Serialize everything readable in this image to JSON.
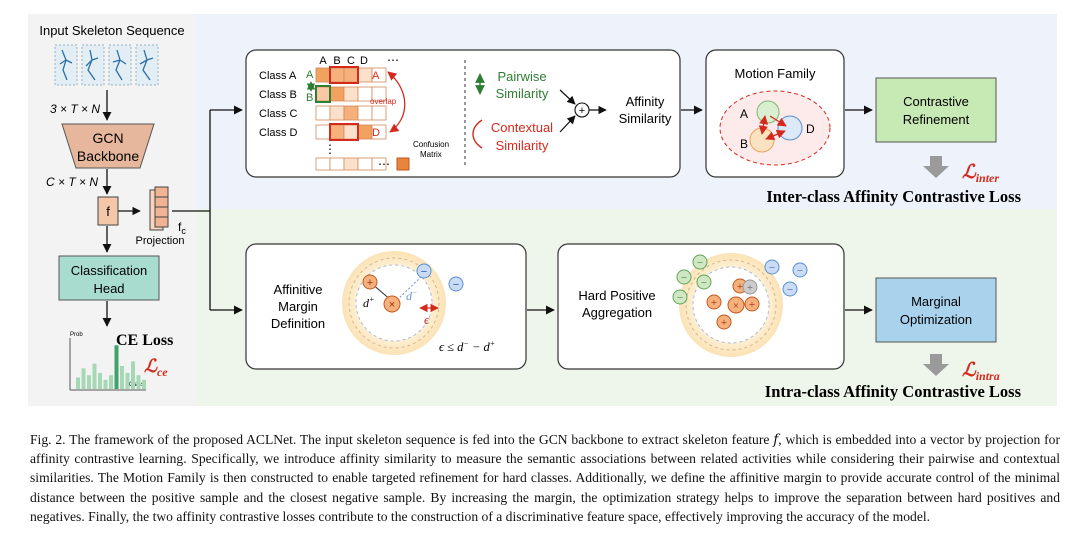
{
  "left_panel": {
    "title": "Input Skeleton Sequence",
    "dim1": "3 × T × N",
    "gcn_line1": "GCN",
    "gcn_line2": "Backbone",
    "dim2": "C × T × N",
    "feature_label": "f",
    "projection_label": "Projection",
    "fc_label": "f",
    "fc_sub": "c",
    "cls_line1": "Classification",
    "cls_line2": "Head",
    "ce_loss": "CE Loss",
    "ce_symbol": "ℒ",
    "ce_sub": "ce",
    "hist_ylabel": "Prob",
    "hist_xlabel": "Class",
    "hist_values": [
      0.25,
      0.45,
      0.3,
      0.55,
      0.35,
      0.2,
      0.3,
      0.95,
      0.5,
      0.35,
      0.6,
      0.3,
      0.2
    ]
  },
  "inter": {
    "col_headers": [
      "A",
      "B",
      "C",
      "D"
    ],
    "row_labels": [
      "Class A",
      "Class B",
      "Class C",
      "Class D"
    ],
    "tag_a": "A",
    "tag_b": "B",
    "tag_a2": "A",
    "tag_d": "D",
    "overlap": "overlap",
    "confusion_line1": "Confusion",
    "confusion_line2": "Matrix",
    "dots": "⋯",
    "vdots": "⋮",
    "pairwise_line1": "Pairwise",
    "pairwise_line2": "Similarity",
    "contextual_line1": "Contextual",
    "contextual_line2": "Similarity",
    "plus": "+",
    "affinity_line1": "Affinity",
    "affinity_line2": "Similarity",
    "motion_family": "Motion Family",
    "mf_a": "A",
    "mf_b": "B",
    "mf_d": "D",
    "refine_line1": "Contrastive",
    "refine_line2": "Refinement",
    "loss_symbol": "ℒ",
    "loss_sub": "inter",
    "title": "Inter-class Affinity Contrastive Loss"
  },
  "intra": {
    "margin_line1": "Affinitive",
    "margin_line2": "Margin",
    "margin_line3": "Definition",
    "d_plus": "d",
    "d_plus_sup": "+",
    "d_minus": "d",
    "d_minus_sup": "−",
    "eps": "ϵ",
    "ineq": "ϵ ≤ d",
    "ineq_sup1": "−",
    "ineq_mid": " − d",
    "ineq_sup2": "+",
    "hard_line1": "Hard Positive",
    "hard_line2": "Aggregation",
    "opt_line1": "Marginal",
    "opt_line2": "Optimization",
    "loss_symbol": "ℒ",
    "loss_sub": "intra",
    "title": "Intra-class Affinity Contrastive Loss"
  },
  "caption": {
    "text": "Fig. 2.   The framework of the proposed ACLNet. The input skeleton sequence is fed into the GCN backbone to extract skeleton feature 𝑓, which is embedded into a vector by projection for affinity contrastive learning. Specifically, we introduce affinity similarity to measure the semantic associations between related activities while considering their pairwise and contextual similarities. The Motion Family is then constructed to enable targeted refinement for hard classes. Additionally, we define the affinitive margin to provide accurate control of the minimal distance between the positive sample and the closest negative sample. By increasing the margin, the optimization strategy helps to improve the separation between hard positives and negatives. Finally, the two affinity contrastive losses contribute to the construction of a discriminative feature space, effectively improving the accuracy of the model."
  },
  "colors": {
    "inter_bg": "#eef2fb",
    "intra_bg": "#eef5ea",
    "left_bg": "#f3f3f3",
    "orange": "#f2a25f",
    "red": "#d42a1e",
    "green": "#2e7d32",
    "teal_box": "#a8dccf",
    "refine_box": "#c7e9b4",
    "opt_box": "#a9d3ec",
    "gcn_box": "#e6b79c"
  }
}
